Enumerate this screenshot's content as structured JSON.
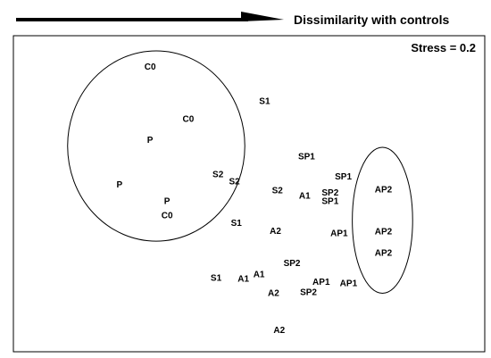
{
  "chart_data": {
    "type": "scatter",
    "title": "",
    "header_label": "Dissimilarity with controls",
    "annotation": "Stress = 0.2",
    "xlabel": "",
    "ylabel": "",
    "grid": false,
    "xlim": [
      0,
      100
    ],
    "ylim": [
      0,
      100
    ],
    "points": [
      {
        "label": "C0",
        "x": 29.0,
        "y": 90.0
      },
      {
        "label": "C0",
        "x": 37.1,
        "y": 73.5
      },
      {
        "label": "P",
        "x": 29.0,
        "y": 66.8
      },
      {
        "label": "P",
        "x": 22.5,
        "y": 52.7
      },
      {
        "label": "P",
        "x": 32.6,
        "y": 47.4
      },
      {
        "label": "C0",
        "x": 32.6,
        "y": 43.0
      },
      {
        "label": "S1",
        "x": 53.3,
        "y": 79.1
      },
      {
        "label": "SP1",
        "x": 62.2,
        "y": 61.6
      },
      {
        "label": "SP1",
        "x": 70.0,
        "y": 55.2
      },
      {
        "label": "S2",
        "x": 43.4,
        "y": 55.9
      },
      {
        "label": "S2",
        "x": 46.9,
        "y": 53.7
      },
      {
        "label": "S2",
        "x": 56.0,
        "y": 50.9
      },
      {
        "label": "A1",
        "x": 61.8,
        "y": 49.2
      },
      {
        "label": "SP2",
        "x": 67.2,
        "y": 50.2
      },
      {
        "label": "SP1",
        "x": 67.2,
        "y": 47.4
      },
      {
        "label": "S1",
        "x": 47.3,
        "y": 40.5
      },
      {
        "label": "A2",
        "x": 55.6,
        "y": 38.0
      },
      {
        "label": "AP1",
        "x": 69.1,
        "y": 37.3
      },
      {
        "label": "SP2",
        "x": 59.1,
        "y": 27.8
      },
      {
        "label": "S1",
        "x": 43.0,
        "y": 23.2
      },
      {
        "label": "A1",
        "x": 48.8,
        "y": 22.9
      },
      {
        "label": "A1",
        "x": 52.1,
        "y": 24.3
      },
      {
        "label": "AP1",
        "x": 65.3,
        "y": 21.9
      },
      {
        "label": "AP1",
        "x": 71.1,
        "y": 21.5
      },
      {
        "label": "A2",
        "x": 55.2,
        "y": 18.3
      },
      {
        "label": "SP2",
        "x": 62.6,
        "y": 18.7
      },
      {
        "label": "A2",
        "x": 56.4,
        "y": 6.7
      },
      {
        "label": "AP2",
        "x": 78.5,
        "y": 51.2
      },
      {
        "label": "AP2",
        "x": 78.5,
        "y": 37.8
      },
      {
        "label": "AP2",
        "x": 78.5,
        "y": 31.1
      }
    ],
    "groups": [
      {
        "cx": 30.3,
        "cy": 65.1,
        "rx": 18.8,
        "ry": 30.1
      },
      {
        "cx": 78.3,
        "cy": 41.6,
        "rx": 6.4,
        "ry": 23.1
      }
    ]
  }
}
